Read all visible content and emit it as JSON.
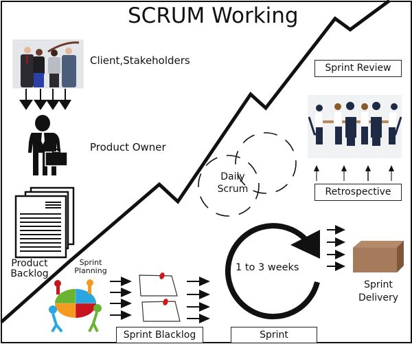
{
  "title": "SCRUM Working",
  "labels": {
    "stakeholders": "Client,Stakeholders",
    "product_owner": "Product Owner",
    "product_backlog_line1": "Product",
    "product_backlog_line2": "Backlog",
    "sprint_planning_line1": "Sprint",
    "sprint_planning_line2": "Planning",
    "daily_scrum_line1": "Daily",
    "daily_scrum_line2": "Scrum",
    "sprint_duration": "1 to 3 weeks",
    "sprint_delivery_line1": "Sprint",
    "sprint_delivery_line2": "Delivery"
  },
  "boxes": {
    "sprint_review": "Sprint Review",
    "retrospective": "Retrospective",
    "sprint_backlog": "Sprint Blacklog",
    "sprint": "Sprint"
  },
  "icons": {
    "stakeholders": "group-photo-icon",
    "product_owner": "businessman-briefcase-icon",
    "product_backlog": "document-stack-icon",
    "sprint_planning": "puzzle-team-icon",
    "sprint_backlog": "pinned-notes-icon",
    "sprint_cycle": "circular-arrow-icon",
    "delivery": "cardboard-box-icon",
    "review_meeting": "meeting-table-icon",
    "daily_scrum": "dashed-circles-icon"
  },
  "colors": {
    "ink": "#111111",
    "box_brown": "#a57b5b",
    "pin_red": "#cc1a1a",
    "puzzle_green": "#6bb333",
    "puzzle_blue": "#2aa6e0",
    "puzzle_orange": "#f59a20",
    "puzzle_red": "#c8141c"
  }
}
